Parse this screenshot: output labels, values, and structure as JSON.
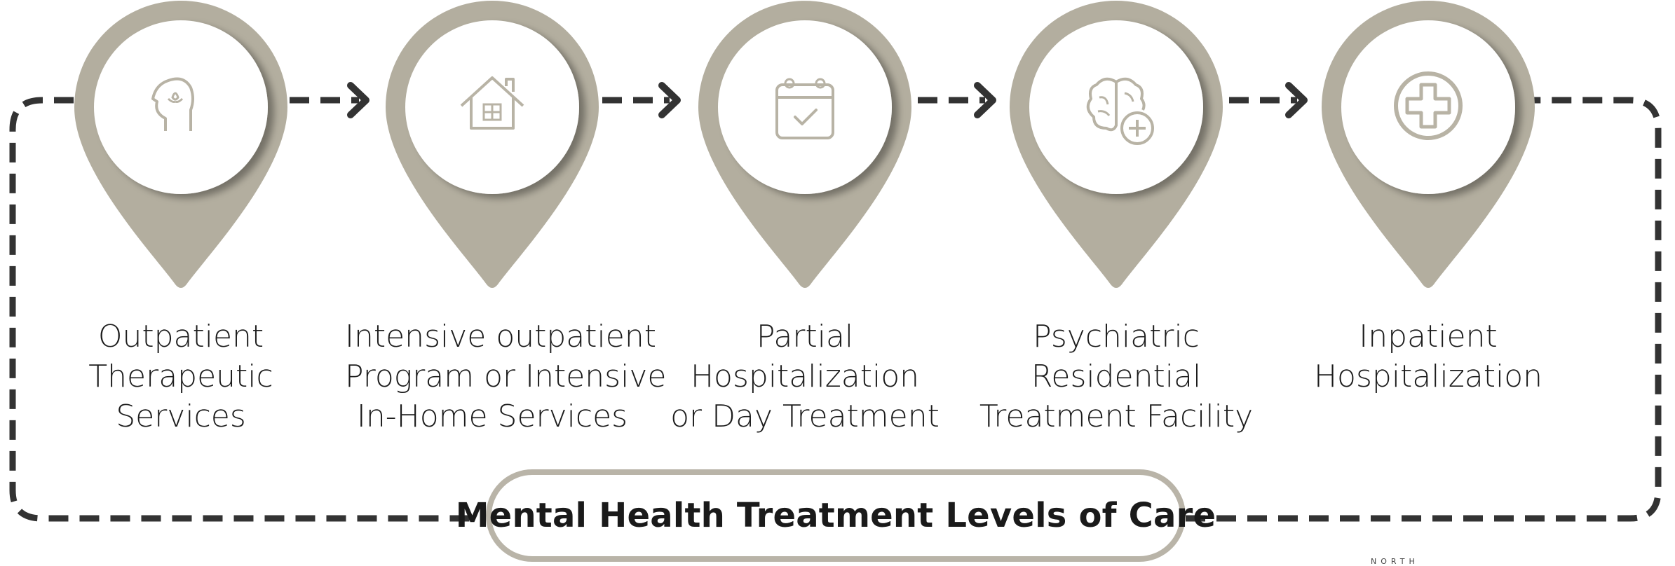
{
  "title": "Mental Health Treatment Levels of Care",
  "brand_text": "NORTH",
  "colors": {
    "pin": "#b3ae9f",
    "pin_shadow": "#7e7a70",
    "icon": "#b8b3a5",
    "connector": "#333333",
    "pill_border": "#b9b4a8"
  },
  "levels": [
    {
      "icon": "head-lotus-icon",
      "lines": [
        "Outpatient",
        "Therapeutic",
        "Services"
      ]
    },
    {
      "icon": "house-icon",
      "lines": [
        "Intensive outpatient",
        "Program or Intensive",
        "In-Home Services"
      ]
    },
    {
      "icon": "calendar-check-icon",
      "lines": [
        "Partial",
        "Hospitalization",
        "or Day Treatment"
      ]
    },
    {
      "icon": "brain-plus-icon",
      "lines": [
        "Psychiatric",
        "Residential",
        "Treatment Facility"
      ]
    },
    {
      "icon": "medical-cross-icon",
      "lines": [
        "Inpatient",
        "Hospitalization"
      ]
    }
  ]
}
